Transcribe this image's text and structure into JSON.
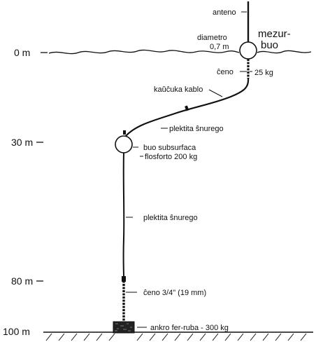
{
  "depth_labels": {
    "d0": "0 m",
    "d30": "30 m",
    "d80": "80 m",
    "d100": "100 m"
  },
  "labels": {
    "antenna": "anteno",
    "diameter": "diametro",
    "diameter_value": "0,7 m",
    "surface_buoy_line1": "mezur-",
    "surface_buoy_line2": "buo",
    "chain_top": "ĉeno",
    "chain_top_weight": "25 kg",
    "rubber_cable": "kaŭĉuka kablo",
    "braided_rope_upper": "plektita ŝnurego",
    "subsurface_buoy_line1": "buo subsurfaca",
    "subsurface_buoy_line2": "flosforto 200 kg",
    "braided_rope_lower": "plektita ŝnurego",
    "chain_bottom": "ĉeno 3/4\" (19 mm)",
    "anchor": "ankro fer-ruba - 300 kg"
  },
  "colors": {
    "ink": "#111111",
    "paper": "#ffffff"
  }
}
